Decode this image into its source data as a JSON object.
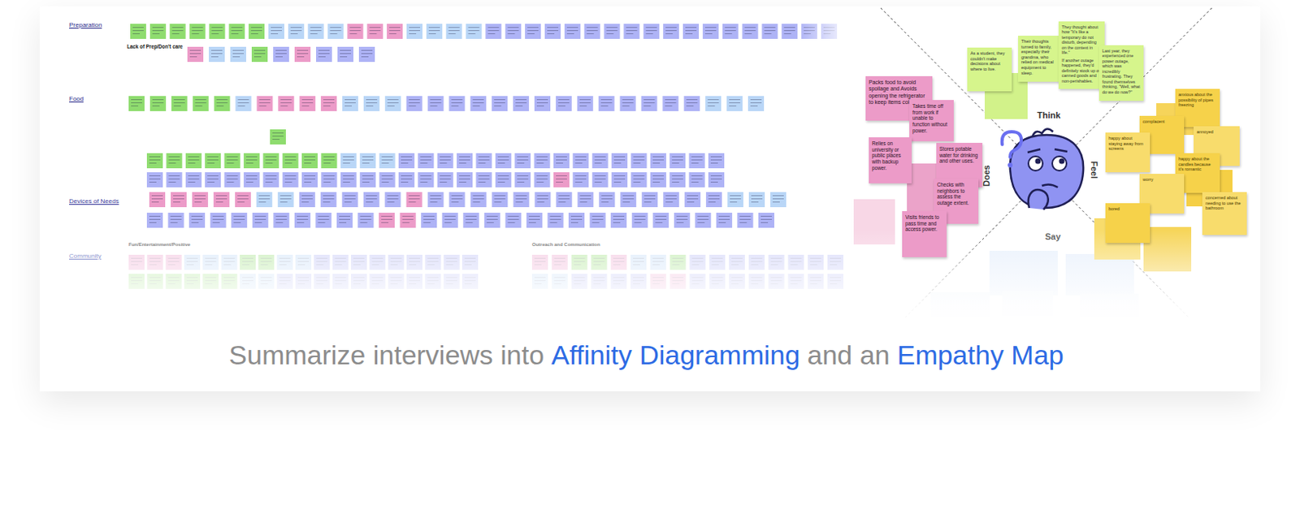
{
  "diagram": {
    "nodes": [
      {
        "text": [
          "Packs food to avoid spoilage and Avoids opening the refrigerator to keep items cold."
        ]
      },
      {
        "text": [
          "Takes time off from work if unable to function without power."
        ]
      },
      {
        "text": [
          "Relies on university or public places with backup power."
        ]
      },
      {
        "text": [
          "Stores potable water for drinking and other uses."
        ]
      },
      {
        "text": [
          "Checks with neighbors to assess the outage extent."
        ]
      },
      {
        "text": [
          "Visits friends to pass time and access power."
        ]
      },
      {
        "text": [
          "As a student, they couldn't make decisions about where to live."
        ]
      },
      {
        "text": [
          "Their thoughts turned to family, especially their grandma, who relied on medical equipment to sleep."
        ]
      },
      {
        "text": [
          "They thought about how \"It's like a temporary do not disturb, depending on the context in life.\"",
          "If another outage happened, they'd definitely stock up on canned goods and non-perishables."
        ]
      },
      {
        "text": [
          "Last year, they experienced one power outage, which was incredibly frustrating. They found themselves thinking, \"Well, what do we do now?\""
        ]
      },
      {
        "text": [
          "anxious about the possibility of pipes freezing"
        ]
      },
      {
        "text": [
          "complacent"
        ]
      },
      {
        "text": [
          "annoyed"
        ]
      },
      {
        "text": [
          "happy about staying away from screens"
        ]
      },
      {
        "text": [
          "happy about the candles because it's romantic"
        ]
      },
      {
        "text": [
          "worry"
        ]
      },
      {
        "text": [
          "bored"
        ]
      },
      {
        "text": [
          "concerned about needing to use the bathroom"
        ]
      }
    ],
    "labels": [
      "Preparation",
      "Lack of Prep/Don't care",
      "Food",
      "Devices of Needs",
      "Community",
      "Fun/Entertainment/Positive",
      "Outreach and Communication",
      "Think",
      "Feel",
      "Say",
      "Does",
      "Summarize interviews into",
      "Affinity Diagramming",
      "and an",
      "Empathy Map"
    ]
  }
}
